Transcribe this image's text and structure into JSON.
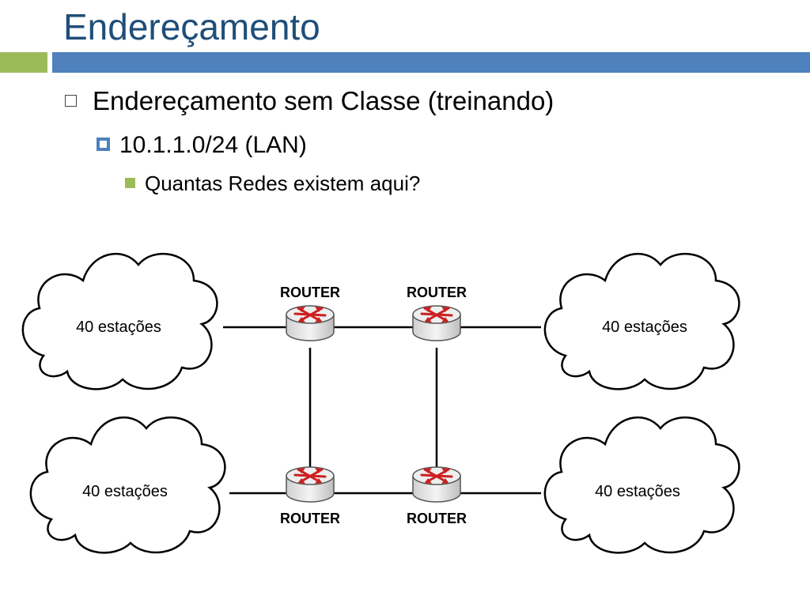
{
  "slide": {
    "title": "Endereçamento",
    "accent_colors": {
      "title": "#1F4E79",
      "green_bar": "#9BBB59",
      "blue_bar": "#4F81BD"
    }
  },
  "bullets": {
    "level1": "Endereçamento sem Classe (treinando)",
    "level2": "10.1.1.0/24 (LAN)",
    "level3": "Quantas Redes existem aqui?"
  },
  "diagram": {
    "clouds": [
      {
        "label": "40 estações"
      },
      {
        "label": "40 estações"
      },
      {
        "label": "40 estações"
      },
      {
        "label": "40 estações"
      }
    ],
    "routers": [
      {
        "label": "ROUTER"
      },
      {
        "label": "ROUTER"
      },
      {
        "label": "ROUTER"
      },
      {
        "label": "ROUTER"
      }
    ]
  }
}
